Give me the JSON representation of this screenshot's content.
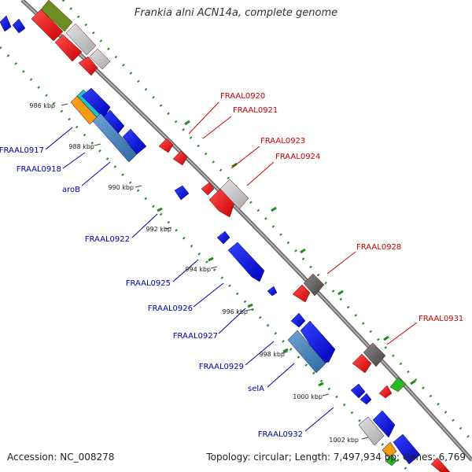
{
  "header": {
    "title": "Frankia alni ACN14a, complete genome"
  },
  "footer": {
    "accession_label": "Accession:",
    "accession_value": "NC_008278",
    "topology_label": "Topology: circular;",
    "length_label": "Length: 7,497,934 bp;",
    "genes_label": "Genes: 6,769"
  },
  "colors": {
    "forward_label": "#cc0000",
    "reverse_label": "#0000aa",
    "backbone": "#8a8a8a",
    "gc_dots": "#228b22",
    "gene_red": "#ff0000",
    "gene_blue": "#0000ee",
    "gene_steel": "#4a86b8",
    "gene_gray": "#bbbbbb",
    "gene_dark": "#555555",
    "gene_olive": "#6b8e23",
    "gene_orange": "#f39c12",
    "gene_cyan": "#20c0c0",
    "gene_green": "#22bb22"
  },
  "scale_ticks": [
    "986 kbp",
    "988 kbp",
    "990 kbp",
    "992 kbp",
    "994 kbp",
    "996 kbp",
    "998 kbp",
    "1000 kbp",
    "1002 kbp"
  ],
  "forward_labels": [
    "FRAAL0920",
    "FRAAL0921",
    "FRAAL0923",
    "FRAAL0924",
    "FRAAL0928",
    "FRAAL0931"
  ],
  "reverse_labels": [
    "FRAAL0917",
    "FRAAL0918",
    "aroB",
    "FRAAL0922",
    "FRAAL0925",
    "FRAAL0926",
    "FRAAL0927",
    "FRAAL0929",
    "selA",
    "FRAAL0932"
  ]
}
